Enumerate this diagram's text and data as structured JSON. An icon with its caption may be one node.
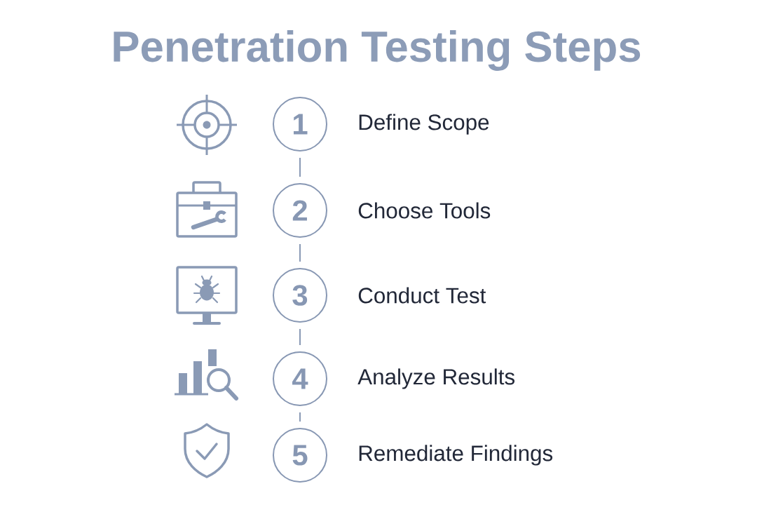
{
  "diagram": {
    "title": "Penetration Testing Steps",
    "nodes": [
      {
        "text": [
          "1"
        ],
        "beside": [
          "Define Scope"
        ]
      },
      {
        "text": [
          "2"
        ],
        "beside": [
          "Choose Tools"
        ]
      },
      {
        "text": [
          "3"
        ],
        "beside": [
          "Conduct Test"
        ]
      },
      {
        "text": [
          "4"
        ],
        "beside": [
          "Analyze Results"
        ]
      },
      {
        "text": [
          "5"
        ],
        "beside": [
          "Remediate Findings"
        ]
      }
    ],
    "edges": [
      {
        "from": 0,
        "to": 1,
        "arrow": "none"
      },
      {
        "from": 1,
        "to": 2,
        "arrow": "none"
      },
      {
        "from": 2,
        "to": 3,
        "arrow": "none"
      },
      {
        "from": 3,
        "to": 4,
        "arrow": "none"
      }
    ]
  }
}
